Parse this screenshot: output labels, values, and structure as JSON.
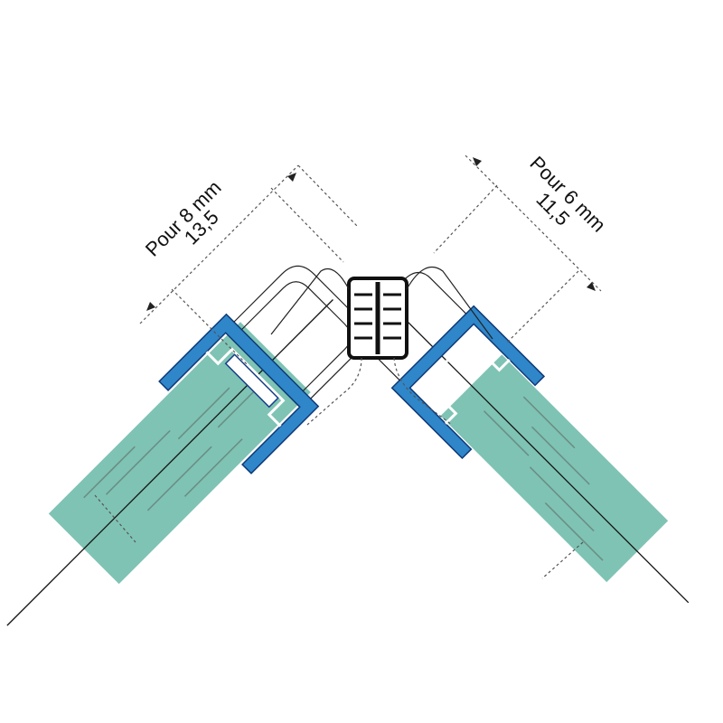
{
  "labels": {
    "left_title": "Pour 8 mm",
    "left_value": "13,5",
    "right_title": "Pour 6 mm",
    "right_value": "11,5"
  },
  "colors": {
    "glass": "#7fc3b4",
    "profile": "#2f86c9",
    "seal": "#111111",
    "line": "#222222"
  }
}
